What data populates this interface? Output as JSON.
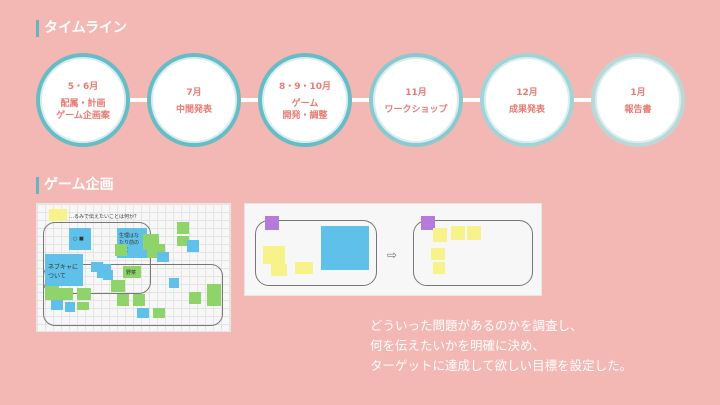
{
  "sections": {
    "timeline_title": "タイムライン",
    "game_plan_title": "ゲーム企画"
  },
  "timeline": [
    {
      "month": "5・6月",
      "label": "配属・計画\nゲーム企画案"
    },
    {
      "month": "7月",
      "label": "中間発表"
    },
    {
      "month": "8・9・10月",
      "label": "ゲーム\n開発・調整"
    },
    {
      "month": "11月",
      "label": "ワークショップ"
    },
    {
      "month": "12月",
      "label": "成果発表"
    },
    {
      "month": "1月",
      "label": "報告書"
    }
  ],
  "board1": {
    "header": "…るみで伝えたいことは何か？",
    "notes": [
      "ネブキャについて",
      "生理はな たり前の こと",
      "野菜",
      "○ ■"
    ]
  },
  "description": [
    "どういった問題があるのかを調査し、",
    "何を伝えたいかを明確に決め、",
    "ターゲットに達成して欲しい目標を設定した。"
  ],
  "colors": {
    "accent": "#62b6c2",
    "background": "#f4b8b4",
    "text_pink": "#e77b75"
  }
}
